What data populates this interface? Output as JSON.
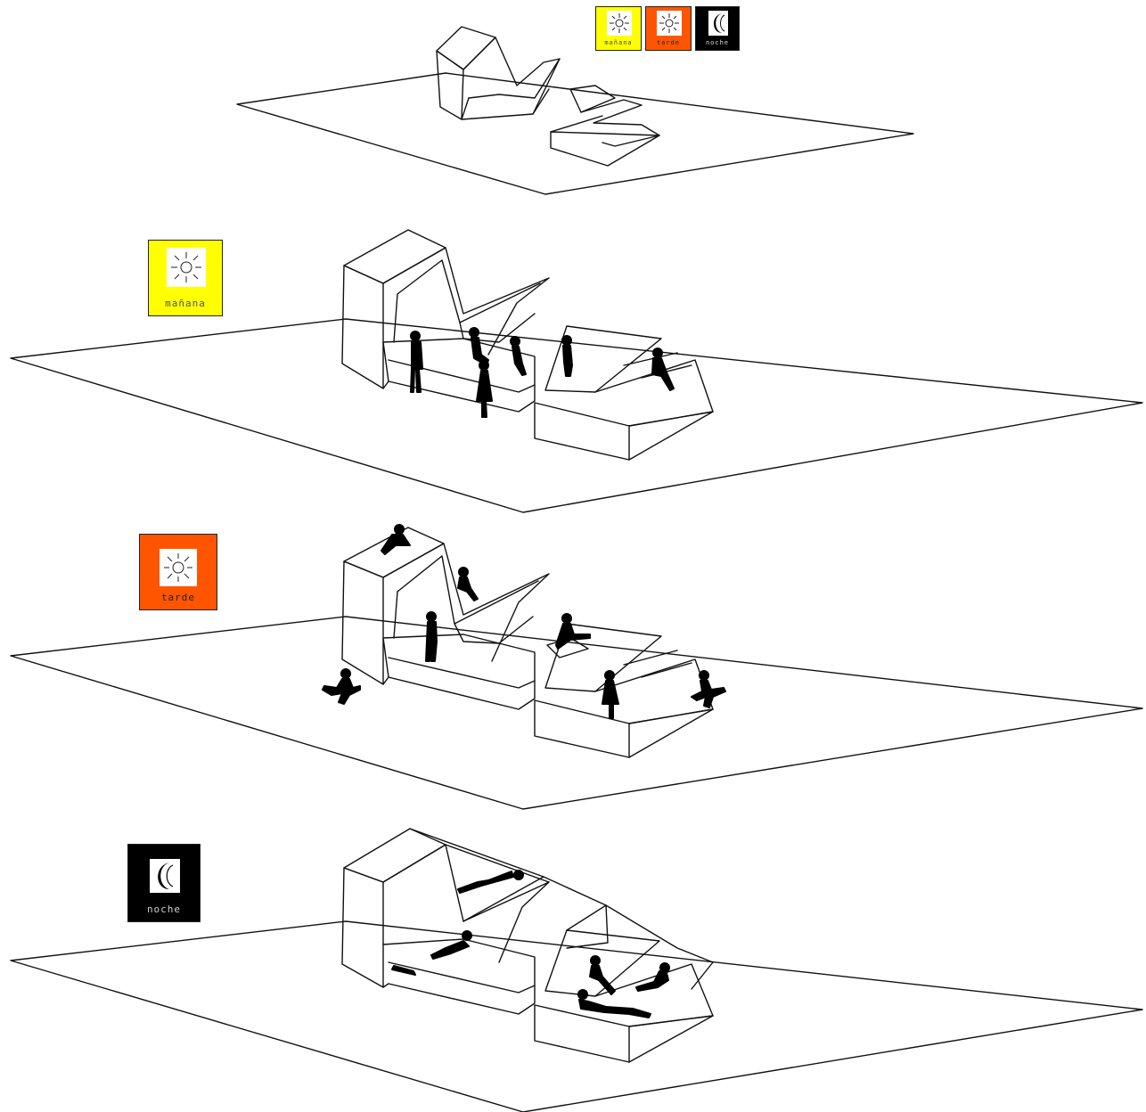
{
  "legend": {
    "morning": {
      "label": "mañana",
      "color": "#ffff00",
      "icon": "sun-icon"
    },
    "afternoon": {
      "label": "tarde",
      "color": "#ff5500",
      "icon": "sun-icon"
    },
    "night": {
      "label": "noche",
      "color": "#000000",
      "icon": "moon-icon"
    }
  },
  "panels": [
    {
      "label": "mañana",
      "color": "#ffff00",
      "icon": "sun-icon"
    },
    {
      "label": "tarde",
      "color": "#ff5500",
      "icon": "sun-icon"
    },
    {
      "label": "noche",
      "color": "#000000",
      "icon": "moon-icon"
    }
  ]
}
